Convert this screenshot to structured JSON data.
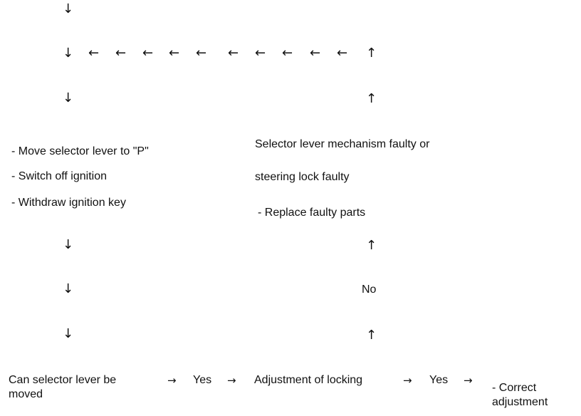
{
  "left_box": {
    "line1": "- Move selector lever to \"P\"",
    "line2": "- Switch off ignition",
    "line3": "- Withdraw ignition key"
  },
  "right_box": {
    "line1": "Selector lever mechanism faulty or",
    "line2": "steering lock faulty",
    "line3": "- Replace faulty parts"
  },
  "no_label": "No",
  "bottom": {
    "question": "Can selector lever be moved",
    "yes1": "Yes",
    "adjustment": "Adjustment of locking",
    "yes2": "Yes",
    "correct": "- Correct adjustment"
  },
  "glyphs": {
    "down": "↓",
    "up": "↑",
    "left": "←",
    "right": "→"
  }
}
